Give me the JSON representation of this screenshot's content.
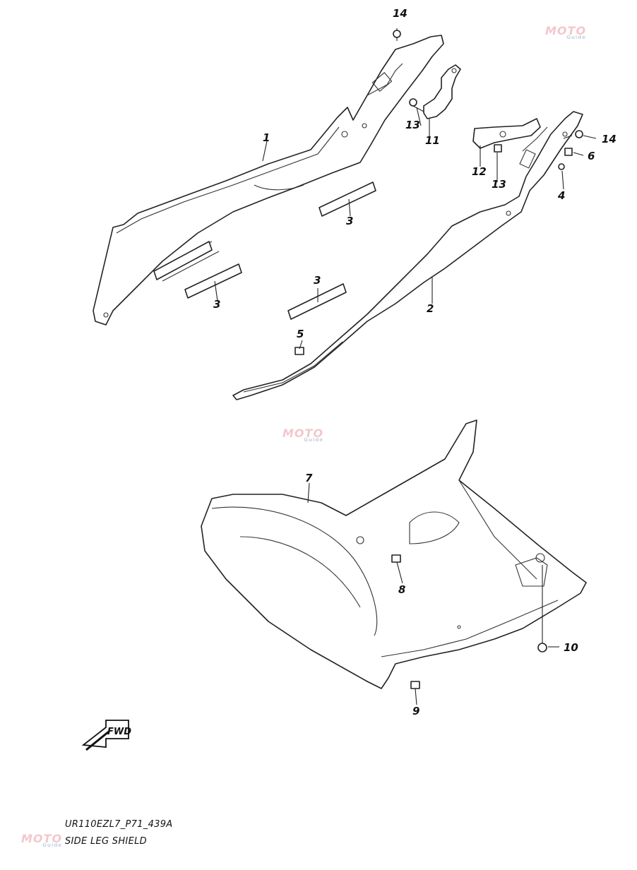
{
  "callouts": [
    "14",
    "1",
    "13",
    "11",
    "12",
    "13",
    "14",
    "6",
    "4",
    "3",
    "3",
    "3",
    "2",
    "5",
    "7",
    "8",
    "10",
    "9"
  ],
  "fwd_label": "FWD",
  "caption": {
    "code": "UR110EZL7_P71_439A",
    "title": "SIDE LEG SHIELD"
  },
  "watermarks": [
    "MOTO",
    "MOTO",
    "MOTO"
  ]
}
